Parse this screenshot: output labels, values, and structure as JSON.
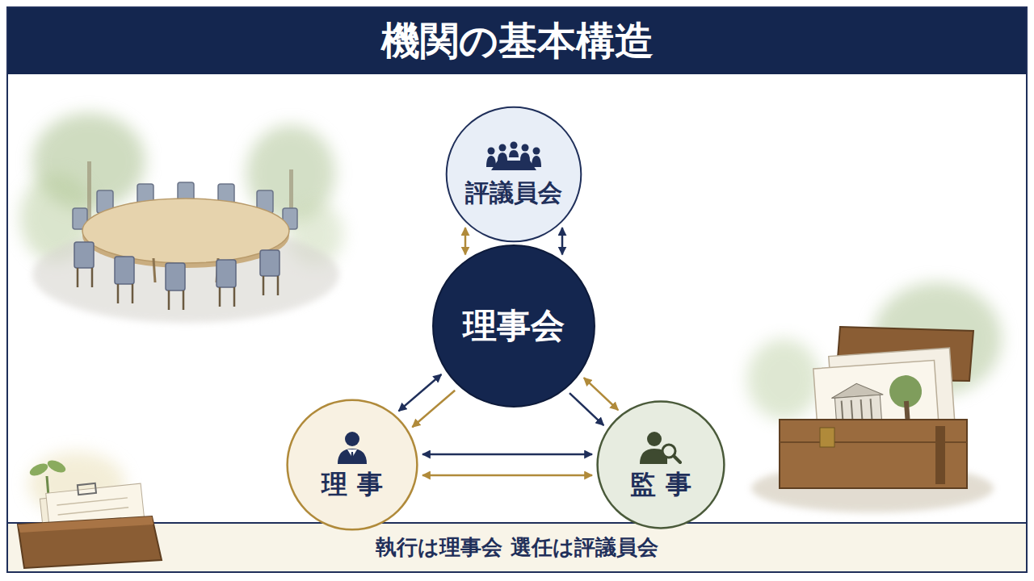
{
  "diagram": {
    "title": "機関の基本構造",
    "caption": "執行は理事会 選任は評議員会",
    "nodes": [
      {
        "text": [
          "評議員会"
        ]
      },
      {
        "text": [
          "理事会"
        ]
      },
      {
        "text": [
          "理事"
        ]
      },
      {
        "text": [
          "監事"
        ]
      }
    ],
    "edges": [
      {
        "from": 0,
        "to": 1,
        "arrow": "both"
      },
      {
        "from": 0,
        "to": 1,
        "arrow": "both"
      },
      {
        "from": 1,
        "to": 2,
        "arrow": "both"
      },
      {
        "from": 1,
        "to": 2,
        "arrow": "to"
      },
      {
        "from": 1,
        "to": 3,
        "arrow": "to"
      },
      {
        "from": 1,
        "to": 3,
        "arrow": "both"
      },
      {
        "from": 2,
        "to": 3,
        "arrow": "both"
      },
      {
        "from": 2,
        "to": 3,
        "arrow": "both"
      }
    ]
  }
}
